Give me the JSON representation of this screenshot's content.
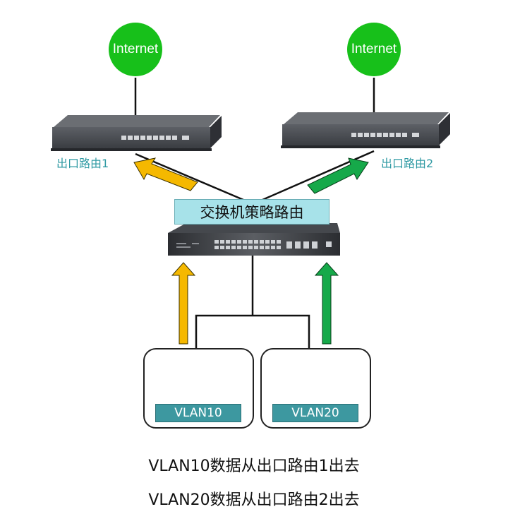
{
  "internet_left": "Internet",
  "internet_right": "Internet",
  "router_left_label": "出口路由1",
  "router_right_label": "出口路由2",
  "switch_label": "交换机策略路由",
  "vlan_left": "VLAN10",
  "vlan_right": "VLAN20",
  "caption_1": "VLAN10数据从出口路由1出去",
  "caption_2": "VLAN20数据从出口路由2出去",
  "colors": {
    "internet": "#17c01a",
    "router_label": "#2f9aa3",
    "switch_label_bg": "#a7e2e9",
    "vlan_bg": "#3d98a0",
    "arrow_yellow": "#f5b800",
    "arrow_green": "#16a94a"
  }
}
